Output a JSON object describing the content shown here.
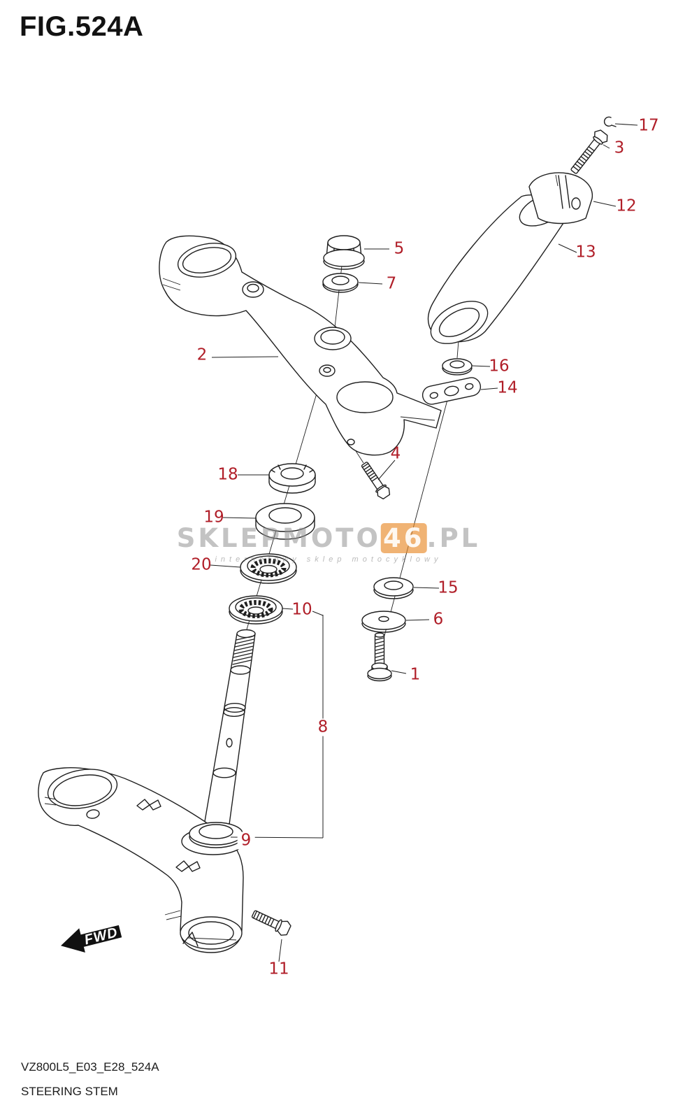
{
  "colors": {
    "callout": "#b01e28"
  },
  "figure": {
    "title": "FIG.524A",
    "code": "VZ800L5_E03_E28_524A",
    "name": "STEERING STEM"
  },
  "direction_label": "FWD",
  "watermark": {
    "part1": "SKLEPMOTO",
    "part2": "46",
    "part3": ".PL",
    "sub": "internetowy sklep motocyklowy"
  },
  "callouts": {
    "c1": "1",
    "c2": "2",
    "c3": "3",
    "c4": "4",
    "c5": "5",
    "c6": "6",
    "c7": "7",
    "c8": "8",
    "c9": "9",
    "c10": "10",
    "c11": "11",
    "c12": "12",
    "c13": "13",
    "c14": "14",
    "c15": "15",
    "c16": "16",
    "c17": "17",
    "c18": "18",
    "c19": "19",
    "c20": "20"
  }
}
